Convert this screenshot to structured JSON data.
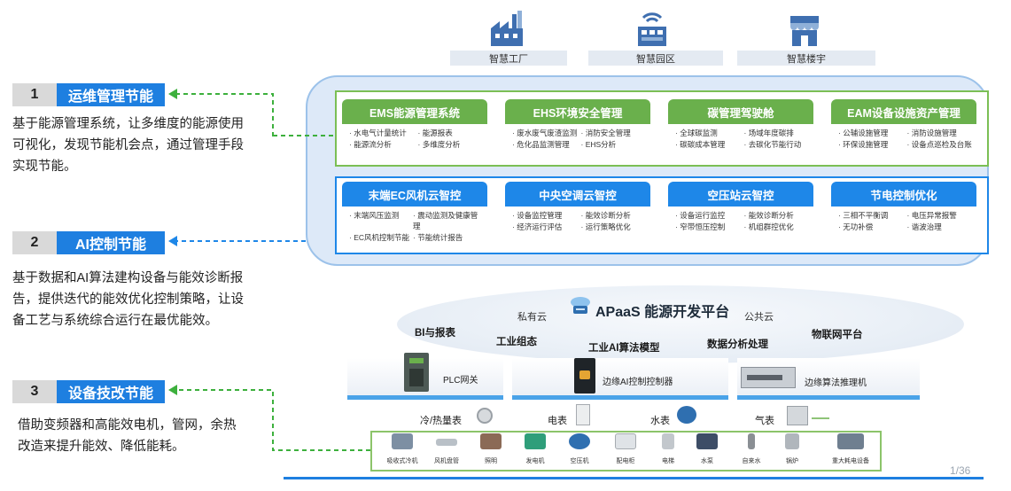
{
  "top_categories": [
    {
      "label": "智慧工厂",
      "icon": "factory-icon"
    },
    {
      "label": "智慧园区",
      "icon": "park-icon"
    },
    {
      "label": "智慧楼宇",
      "icon": "building-icon"
    }
  ],
  "sections": [
    {
      "num": "1",
      "title": "运维管理节能",
      "text": "基于能源管理系统，让多维度的能源使用可视化，发现节能机会点，通过管理手段实现节能。"
    },
    {
      "num": "2",
      "title": "AI控制节能",
      "text": "基于数据和AI算法建构设备与能效诊断报告，提供迭代的能效优化控制策略，让设备工艺与系统综合运行在最优能效。"
    },
    {
      "num": "3",
      "title": "设备技改节能",
      "text": "借助变频器和高能效电机，管网，余热改造来提升能效、降低能耗。"
    }
  ],
  "management_cards": [
    {
      "title": "EMS能源管理系统",
      "items": [
        "水电气计量统计",
        "能源报表",
        "能源流分析",
        "多维度分析"
      ]
    },
    {
      "title": "EHS环境安全管理",
      "items": [
        "废水废气废渣监测",
        "消防安全管理",
        "危化品监测管理",
        "EHS分析"
      ]
    },
    {
      "title": "碳管理驾驶舱",
      "items": [
        "全球碳监测",
        "场域年度碳排",
        "碳碳成本管理",
        "去碳化节能行动"
      ]
    },
    {
      "title": "EAM设备设施资产管理",
      "items": [
        "公辅设施管理",
        "消防设施管理",
        "环保设施管理",
        "设备点巡检及台账"
      ]
    }
  ],
  "control_cards": [
    {
      "title": "末端EC风机云智控",
      "items": [
        "末端风压监测",
        "震动监测及健康管理",
        "EC风机控制节能",
        "节能统计报告"
      ]
    },
    {
      "title": "中央空调云智控",
      "items": [
        "设备监控管理",
        "能效诊断分析",
        "经济运行评估",
        "运行策略优化"
      ]
    },
    {
      "title": "空压站云智控",
      "items": [
        "设备运行监控",
        "能效诊断分析",
        "窄带恒压控制",
        "机组群控优化"
      ]
    },
    {
      "title": "节电控制优化",
      "items": [
        "三相不平衡调",
        "电压异常报警",
        "无功补偿",
        "谐波治理"
      ]
    }
  ],
  "platform": {
    "title": "APaaS 能源开发平台",
    "private_cloud": "私有云",
    "public_cloud": "公共云",
    "modules": [
      "BI与报表",
      "工业组态",
      "工业AI算法模型",
      "数据分析处理",
      "物联网平台"
    ]
  },
  "gateways": [
    "PLC网关",
    "边缘AI控制控制器",
    "边缘算法推理机"
  ],
  "meters": [
    "冷/热量表",
    "电表",
    "水表",
    "气表"
  ],
  "equipment": [
    "吸收式冷机",
    "风机盘管",
    "照明",
    "发电机",
    "空压机",
    "配电柜",
    "电梯",
    "水泵",
    "自来水",
    "锅炉",
    "重大耗电设备"
  ],
  "page_number": "1/36",
  "colors": {
    "accent_blue": "#1e7fe0",
    "green": "#6ab04c",
    "card_blue": "#1e87e8",
    "cloud_bg": "#dde9f8"
  }
}
